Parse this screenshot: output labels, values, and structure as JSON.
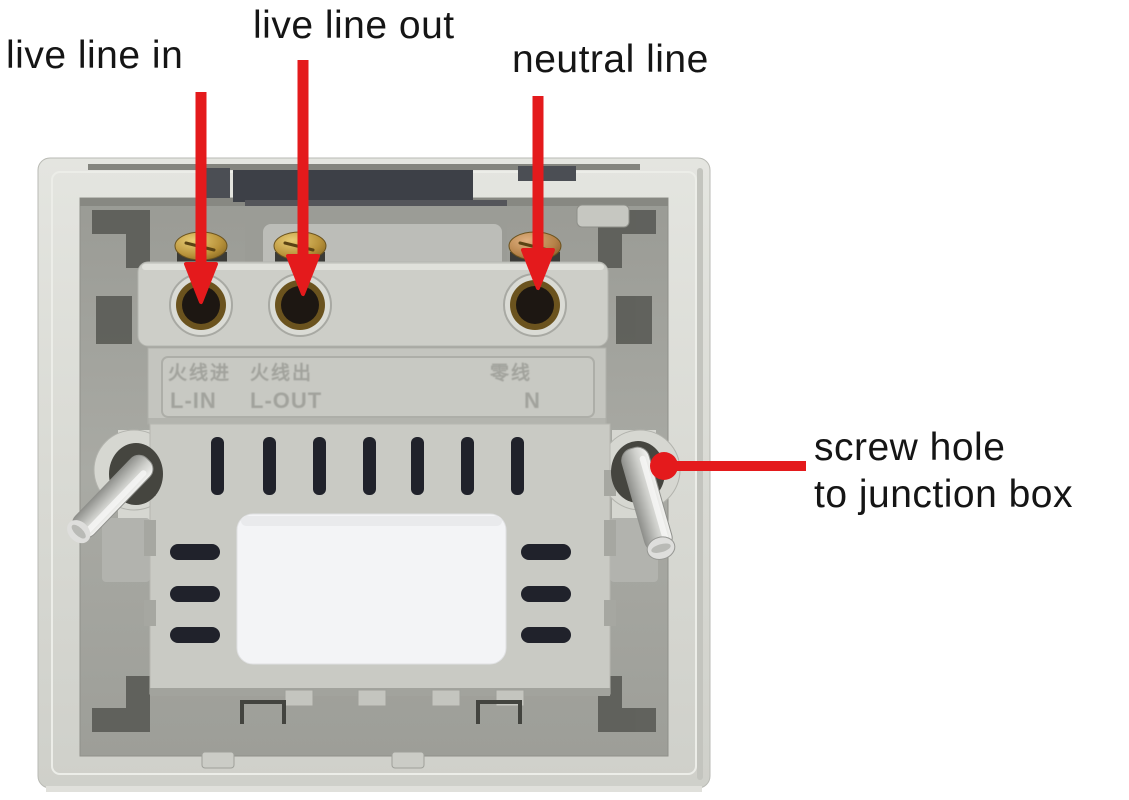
{
  "scene": {
    "background": "#ffffff",
    "subject": "Rear view of a wall switch module showing wiring terminals, annotated with red arrows"
  },
  "annotations": {
    "arrow_color": "#e41a1c",
    "text_color": "#151515",
    "live_line_in": "live line in",
    "live_line_out": "live line out",
    "neutral_line": "neutral line",
    "screw_hole_line1": "screw hole",
    "screw_hole_line2": "to junction box"
  },
  "device": {
    "markings": {
      "cn_live_in": "火线进",
      "cn_live_out": "火线出",
      "cn_neutral": "零线",
      "l_in": "L-IN",
      "l_out": "L-OUT",
      "n": "N"
    },
    "terminals": [
      {
        "label": "L-IN",
        "purpose": "live line in"
      },
      {
        "label": "L-OUT",
        "purpose": "live line out"
      },
      {
        "label": "N",
        "purpose": "neutral line"
      }
    ],
    "colors": {
      "frame": "#dcddd7",
      "recess": "#a6a7a1",
      "module": "#c9cac4",
      "slot_dark": "#20222b",
      "label_blank": "#f4f5f6",
      "brass_screw": "#c2a040",
      "metal_screw": "#d9dad8"
    }
  }
}
